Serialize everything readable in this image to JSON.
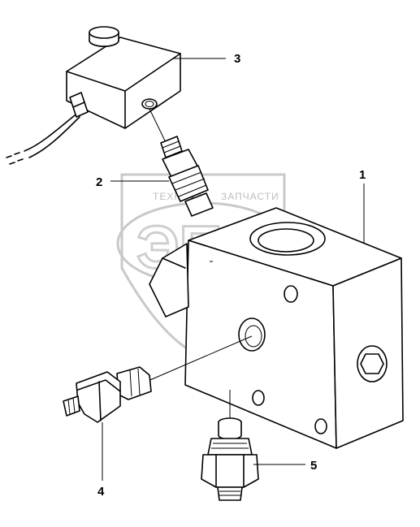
{
  "watermark": {
    "text_left": "ТЕХНИКА",
    "text_right": "ЗАПЧАСТИ",
    "logo_letters": "ЭПФ",
    "color": "#c8c8c8"
  },
  "callouts": [
    {
      "id": "valve-block",
      "label": "1"
    },
    {
      "id": "cartridge-valve",
      "label": "2"
    },
    {
      "id": "solenoid-coil",
      "label": "3"
    },
    {
      "id": "left-fitting",
      "label": "4"
    },
    {
      "id": "bottom-fitting",
      "label": "5"
    }
  ]
}
